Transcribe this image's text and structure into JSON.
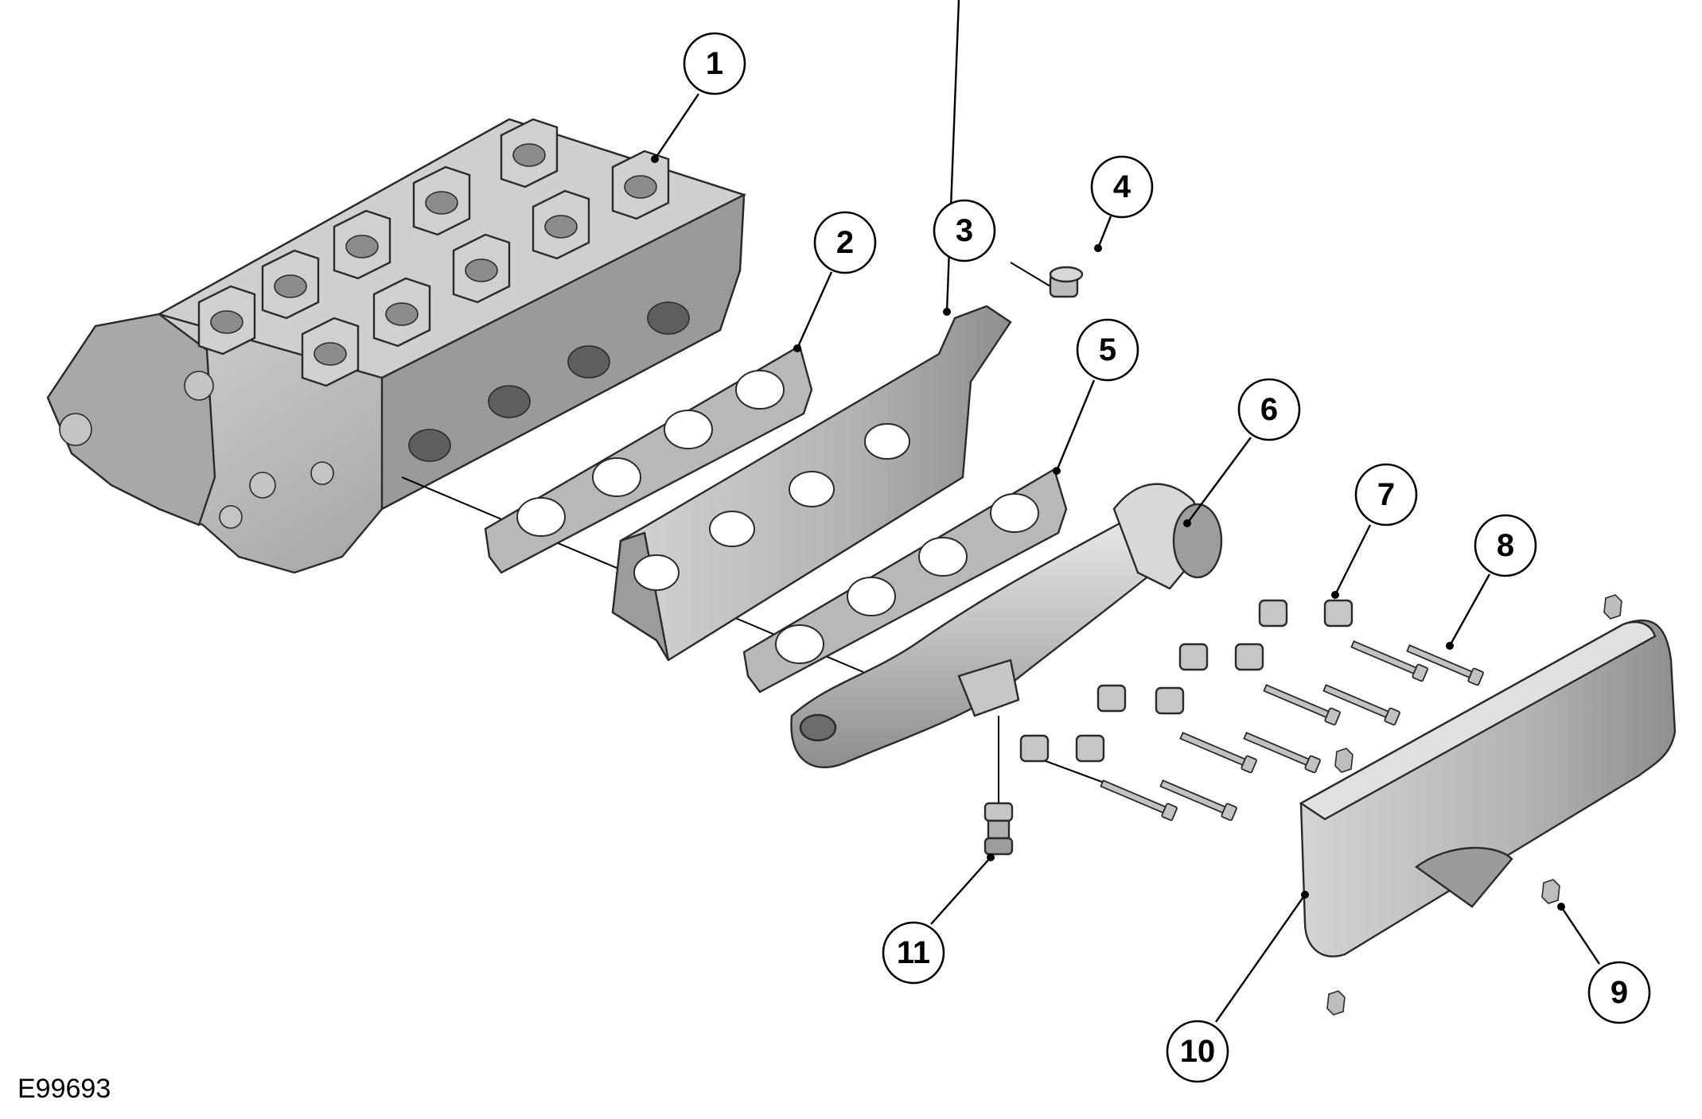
{
  "figure_code": "E99693",
  "callouts": [
    {
      "id": "1",
      "label": "1"
    },
    {
      "id": "2",
      "label": "2"
    },
    {
      "id": "3",
      "label": "3"
    },
    {
      "id": "4",
      "label": "4"
    },
    {
      "id": "5",
      "label": "5"
    },
    {
      "id": "6",
      "label": "6"
    },
    {
      "id": "7",
      "label": "7"
    },
    {
      "id": "8",
      "label": "8"
    },
    {
      "id": "9",
      "label": "9"
    },
    {
      "id": "10",
      "label": "10"
    },
    {
      "id": "11",
      "label": "11"
    }
  ],
  "colors": {
    "part_fill": "#bdbdbd",
    "part_light": "#d9d9d9",
    "part_dark": "#8a8a8a",
    "outline": "#2a2a2a",
    "callout_stroke": "#000000"
  }
}
